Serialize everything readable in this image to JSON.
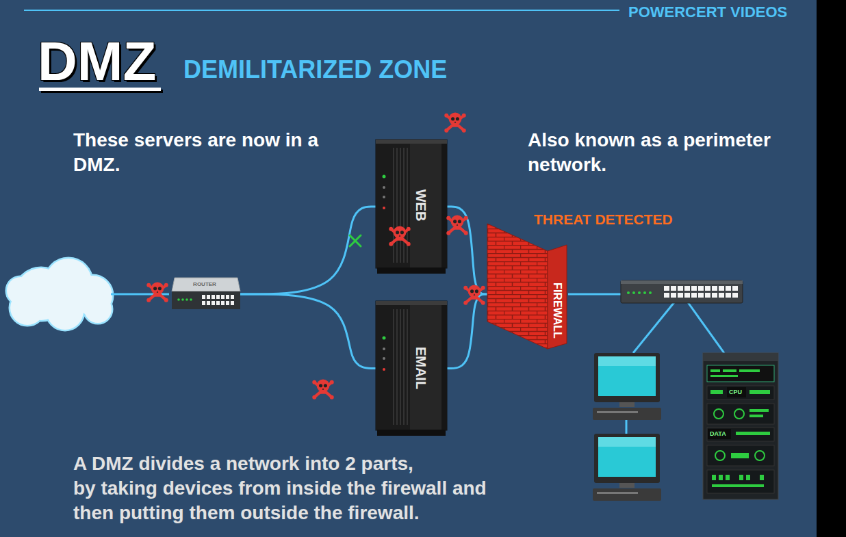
{
  "diagram": {
    "title": "DMZ",
    "nodes": [
      {
        "text": [
          "ROUTER"
        ]
      },
      {
        "text": [
          "WEB"
        ]
      },
      {
        "text": [
          "EMAIL"
        ]
      },
      {
        "text": [
          "FIREWALL"
        ]
      }
    ],
    "edges": [
      {
        "from": 0,
        "to": 1,
        "arrow": "none"
      },
      {
        "from": 0,
        "to": 2,
        "arrow": "none"
      },
      {
        "from": 1,
        "to": 3,
        "arrow": "none"
      },
      {
        "from": 2,
        "to": 3,
        "arrow": "none"
      }
    ],
    "labels": [
      "POWERCERT VIDEOS",
      "DEMILITARIZED ZONE",
      "These servers are now in a DMZ.",
      "Also known as a perimeter network.",
      "THREAT DETECTED",
      "A DMZ divides a network into 2 parts,",
      "by taking devices from inside the firewall and then putting them outside the firewall.",
      "CPU",
      "DATA"
    ]
  }
}
